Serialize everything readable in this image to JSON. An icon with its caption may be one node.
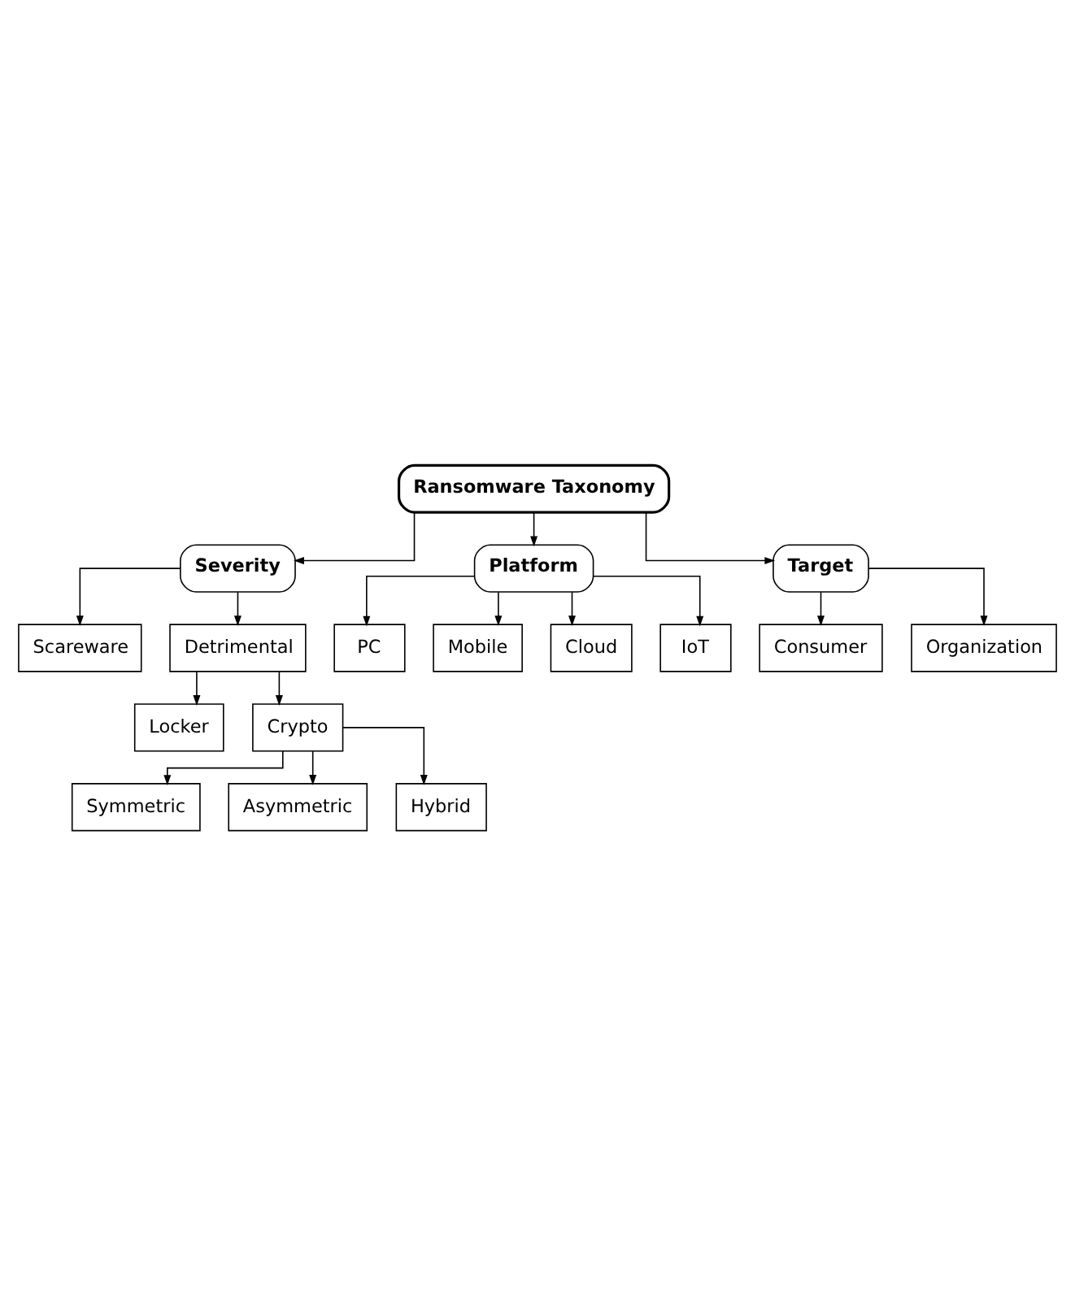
{
  "diagram": {
    "nodes": [
      {
        "text": [
          "Ransomware Taxonomy"
        ]
      },
      {
        "text": [
          "Severity"
        ]
      },
      {
        "text": [
          "Platform"
        ]
      },
      {
        "text": [
          "Target"
        ]
      },
      {
        "text": [
          "Scareware"
        ]
      },
      {
        "text": [
          "Detrimental"
        ]
      },
      {
        "text": [
          "Locker"
        ]
      },
      {
        "text": [
          "Crypto"
        ]
      },
      {
        "text": [
          "Symmetric"
        ]
      },
      {
        "text": [
          "Asymmetric"
        ]
      },
      {
        "text": [
          "Hybrid"
        ]
      },
      {
        "text": [
          "PC"
        ]
      },
      {
        "text": [
          "Mobile"
        ]
      },
      {
        "text": [
          "Cloud"
        ]
      },
      {
        "text": [
          "IoT"
        ]
      },
      {
        "text": [
          "Consumer"
        ]
      },
      {
        "text": [
          "Organization"
        ]
      }
    ],
    "edges": [
      {
        "from": 0,
        "to": 1,
        "arrow": "to"
      },
      {
        "from": 0,
        "to": 2,
        "arrow": "to"
      },
      {
        "from": 0,
        "to": 3,
        "arrow": "to"
      },
      {
        "from": 1,
        "to": 4,
        "arrow": "to"
      },
      {
        "from": 1,
        "to": 5,
        "arrow": "to"
      },
      {
        "from": 5,
        "to": 6,
        "arrow": "to"
      },
      {
        "from": 5,
        "to": 7,
        "arrow": "to"
      },
      {
        "from": 7,
        "to": 8,
        "arrow": "to"
      },
      {
        "from": 7,
        "to": 9,
        "arrow": "to"
      },
      {
        "from": 7,
        "to": 10,
        "arrow": "to"
      },
      {
        "from": 2,
        "to": 11,
        "arrow": "to"
      },
      {
        "from": 2,
        "to": 12,
        "arrow": "to"
      },
      {
        "from": 2,
        "to": 13,
        "arrow": "to"
      },
      {
        "from": 2,
        "to": 14,
        "arrow": "to"
      },
      {
        "from": 3,
        "to": 15,
        "arrow": "to"
      },
      {
        "from": 3,
        "to": 16,
        "arrow": "to"
      }
    ]
  }
}
